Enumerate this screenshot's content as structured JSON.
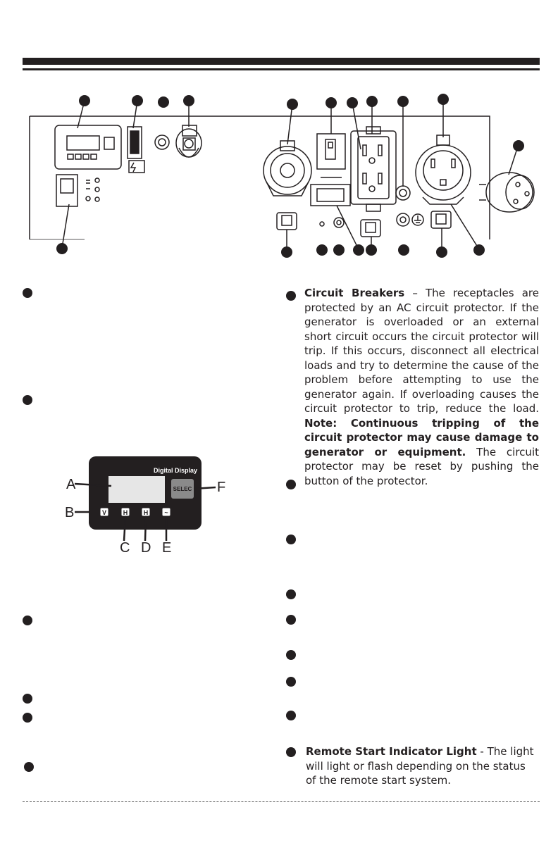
{
  "digital_display": {
    "title": "Digital Display",
    "select_label": "SELEC",
    "callouts": [
      "A",
      "B",
      "C",
      "D",
      "E",
      "F"
    ]
  },
  "circuit_breakers": {
    "heading": "Circuit Breakers",
    "text_1": " – The receptacles are protected by an AC circuit protector. If the generator is overloaded or an external short circuit occurs the circuit protector will trip. If this occurs, disconnect all electrical loads and try to determine the cause of the problem before attempting to use the generator again. If overloading causes the circuit protector to trip, reduce the load. ",
    "note": "Note: Continuous tripping of the circuit protector may cause damage to generator or equipment.",
    "text_2": " The circuit protector may be reset by pushing the button of the protector."
  },
  "remote_start": {
    "heading": "Remote Start Indicator Light",
    "text": " - The light will light or flash depending on the status of the remote start system."
  }
}
